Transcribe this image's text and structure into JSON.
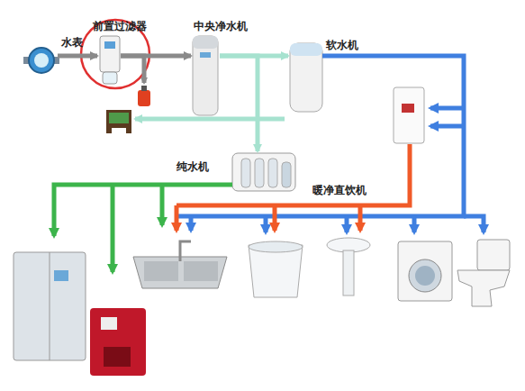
{
  "diagram": {
    "nodes": [
      {
        "text": [
          "水表"
        ]
      },
      {
        "text": [
          "前置过滤器"
        ]
      },
      {
        "text": [
          "中央净水机"
        ]
      },
      {
        "text": [
          "软水机"
        ]
      },
      {
        "text": [
          "纯水机"
        ]
      }
    ],
    "edges": [
      {
        "from": 0,
        "to": 1,
        "arrow": "to"
      },
      {
        "from": 1,
        "to": 2,
        "arrow": "to"
      },
      {
        "from": 2,
        "to": 3,
        "arrow": "to"
      },
      {
        "from": 2,
        "to": 4,
        "arrow": "to"
      }
    ],
    "labels": [
      "暖净直饮机"
    ]
  }
}
